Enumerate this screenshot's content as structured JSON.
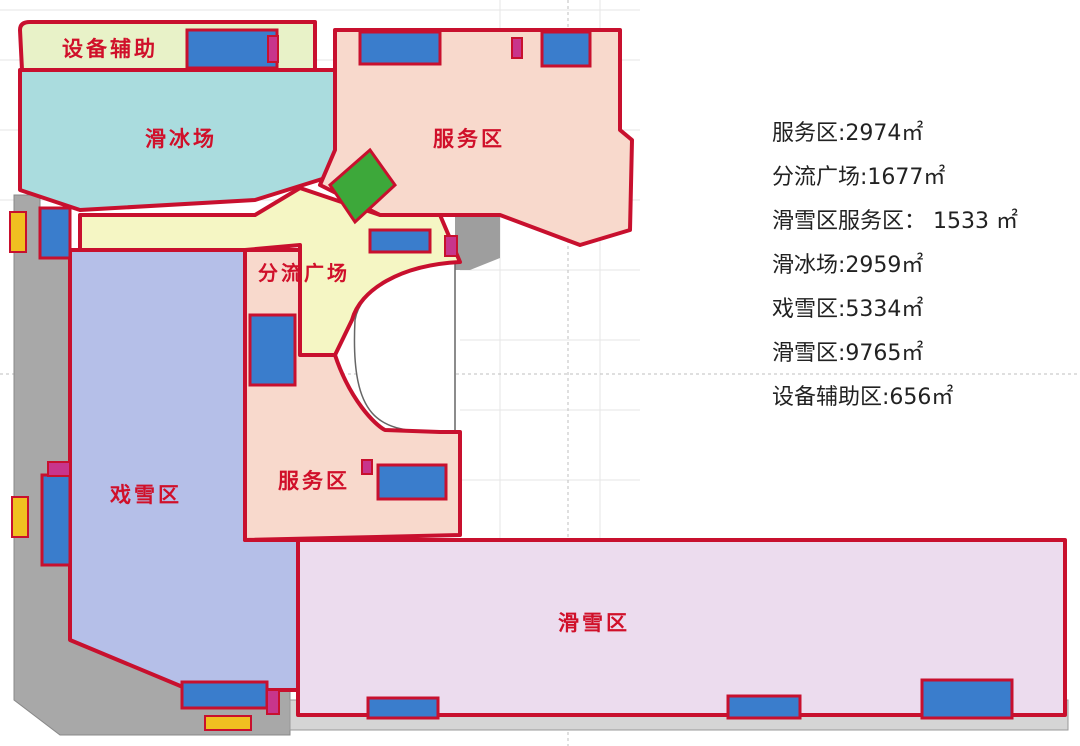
{
  "floor_plan": {
    "zones": [
      {
        "id": "equipment",
        "label": "设备辅助",
        "color": "#e8f2c8"
      },
      {
        "id": "ice_rink",
        "label": "滑冰场",
        "color": "#aadcde"
      },
      {
        "id": "service_north",
        "label": "服务区",
        "color": "#f8d9cc"
      },
      {
        "id": "plaza",
        "label": "分流广场",
        "color": "#f5f6c4"
      },
      {
        "id": "snow_play",
        "label": "戏雪区",
        "color": "#b5bfe8"
      },
      {
        "id": "service_south",
        "label": "服务区",
        "color": "#f8d9cc"
      },
      {
        "id": "ski",
        "label": "滑雪区",
        "color": "#ecdcee"
      }
    ],
    "colors": {
      "zone_border": "#c8102e",
      "label_text": "#d0102a",
      "core_blocks": "#3a7dcc",
      "shafts": "#c8358c",
      "plants": "#3da83a",
      "exterior_ring": "#9a9a9a"
    }
  },
  "legend": [
    "服务区:2974㎡",
    "分流广场:1677㎡",
    "滑雪区服务区：  1533 ㎡",
    "滑冰场:2959㎡",
    "戏雪区:5334㎡",
    "滑雪区:9765㎡",
    "设备辅助区:656㎡"
  ]
}
